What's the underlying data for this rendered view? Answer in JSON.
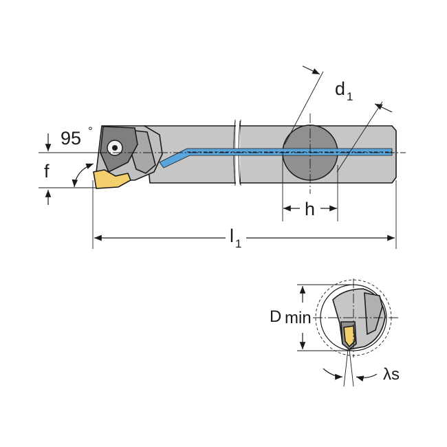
{
  "labels": {
    "angle_value": "95",
    "angle_unit": "°",
    "f": "f",
    "d1_main": "d",
    "d1_sub": "1",
    "h": "h",
    "l1_main": "l",
    "l1_sub": "1",
    "dmin_main": "D",
    "dmin_sub": "min",
    "lambda_s": "λs"
  },
  "colors": {
    "body_gray": "#c6c6c6",
    "body_dark": "#8f8f8f",
    "section_gray": "#909090",
    "coolant_blue": "#5aa6dc",
    "insert_yellow": "#f3cf6e",
    "line": "#1a1a1a"
  }
}
